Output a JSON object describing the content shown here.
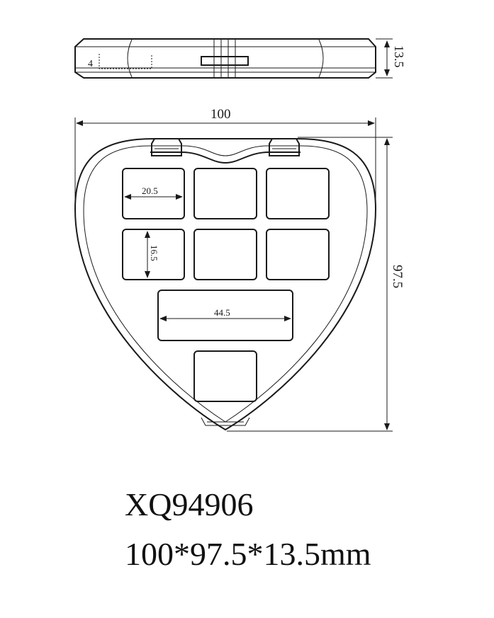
{
  "dimensions": {
    "thickness": "13.5",
    "lid_depth": "4",
    "width": "100",
    "height": "97.5",
    "cell_width": "20.5",
    "cell_height": "16.5",
    "wide_cell_width": "44.5"
  },
  "product": {
    "model": "XQ94906",
    "size": "100*97.5*13.5mm"
  },
  "colors": {
    "line": "#1a1a1a",
    "background": "#ffffff"
  }
}
